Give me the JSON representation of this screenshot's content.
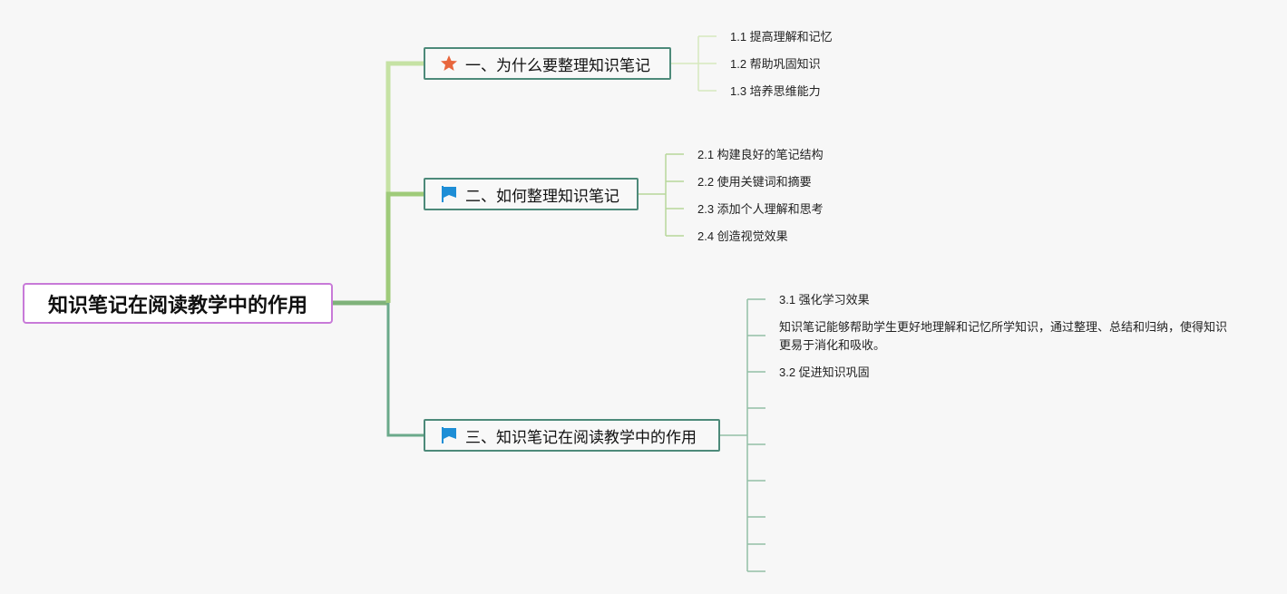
{
  "root": {
    "label": "知识笔记在阅读教学中的作用",
    "color": "#c87ad8"
  },
  "branches": [
    {
      "label": "一、为什么要整理知识笔记",
      "icon": "star-icon",
      "icon_color": "#e8663d",
      "children": [
        "1.1 提高理解和记忆",
        "1.2 帮助巩固知识",
        "1.3 培养思维能力"
      ]
    },
    {
      "label": "二、如何整理知识笔记",
      "icon": "flag-icon",
      "icon_color": "#1e8ed6",
      "children": [
        "2.1 构建良好的笔记结构",
        "2.2 使用关键词和摘要",
        "2.3 添加个人理解和思考",
        "2.4 创造视觉效果"
      ]
    },
    {
      "label": "三、知识笔记在阅读教学中的作用",
      "icon": "flag-icon",
      "icon_color": "#1e8ed6",
      "children": [
        "3.1 强化学习效果",
        "知识笔记能够帮助学生更好地理解和记忆所学知识，通过整理、总结和归纳，使得知识更易于消化和吸收。",
        "3.2 促进知识巩固",
        "",
        "",
        "",
        "",
        "",
        ""
      ]
    }
  ],
  "colors": {
    "connector_1": "#c6e2a4",
    "connector_2": "#9fcb7a",
    "connector_3": "#6aa98a",
    "branch_border": "#4d8a7a"
  }
}
